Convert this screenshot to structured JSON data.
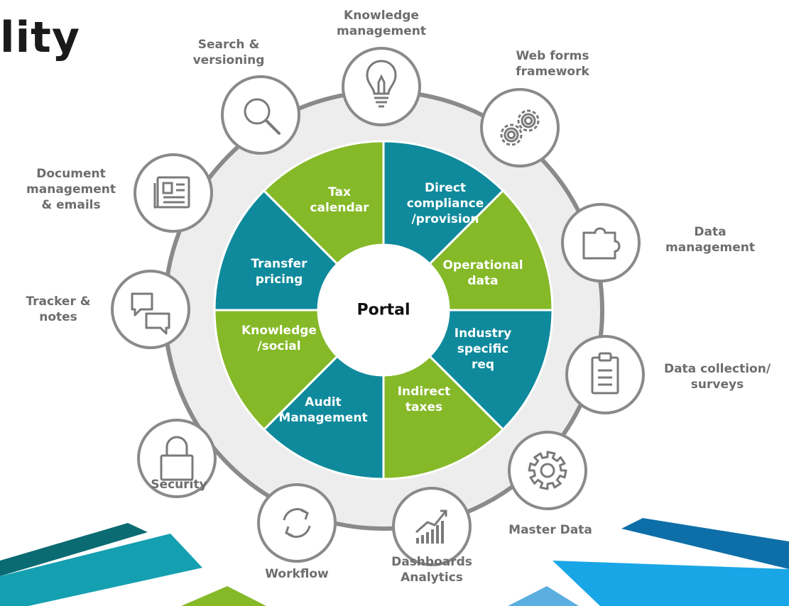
{
  "title": "lity",
  "center": "Portal",
  "colors": {
    "green": "#85b928",
    "teal": "#0f8a9c",
    "ring": "#ededed",
    "icon_stroke": "#7a7a7a",
    "label_grey": "#6d6d6d"
  },
  "segments": [
    {
      "lines": [
        "Direct",
        "compliance",
        "/provision"
      ],
      "color": "teal"
    },
    {
      "lines": [
        "Operational",
        "data"
      ],
      "color": "green"
    },
    {
      "lines": [
        "Industry",
        "specific",
        "req"
      ],
      "color": "teal"
    },
    {
      "lines": [
        "Indirect",
        "taxes"
      ],
      "color": "green"
    },
    {
      "lines": [
        "Audit",
        "Management"
      ],
      "color": "teal"
    },
    {
      "lines": [
        "Knowledge",
        "/social"
      ],
      "color": "green"
    },
    {
      "lines": [
        "Transfer",
        "pricing"
      ],
      "color": "teal"
    },
    {
      "lines": [
        "Tax",
        "calendar"
      ],
      "color": "green"
    }
  ],
  "modules": [
    {
      "lines": [
        "Knowledge",
        "management"
      ],
      "icon": "lightbulb-icon"
    },
    {
      "lines": [
        "Web forms",
        "framework"
      ],
      "icon": "gears-icon"
    },
    {
      "lines": [
        "Data",
        "management"
      ],
      "icon": "puzzle-icon"
    },
    {
      "lines": [
        "Data collection/",
        "surveys"
      ],
      "icon": "clipboard-icon"
    },
    {
      "lines": [
        "Master Data"
      ],
      "icon": "gear-icon"
    },
    {
      "lines": [
        "Dashboards",
        "Analytics"
      ],
      "icon": "bar-chart-icon"
    },
    {
      "lines": [
        "Workflow"
      ],
      "icon": "refresh-icon"
    },
    {
      "lines": [
        "Security"
      ],
      "icon": "lock-icon"
    },
    {
      "lines": [
        "Tracker &",
        "notes"
      ],
      "icon": "chat-bubbles-icon"
    },
    {
      "lines": [
        "Document",
        "management",
        "& emails"
      ],
      "icon": "newspaper-icon"
    },
    {
      "lines": [
        "Search &",
        "versioning"
      ],
      "icon": "magnifier-icon"
    }
  ]
}
